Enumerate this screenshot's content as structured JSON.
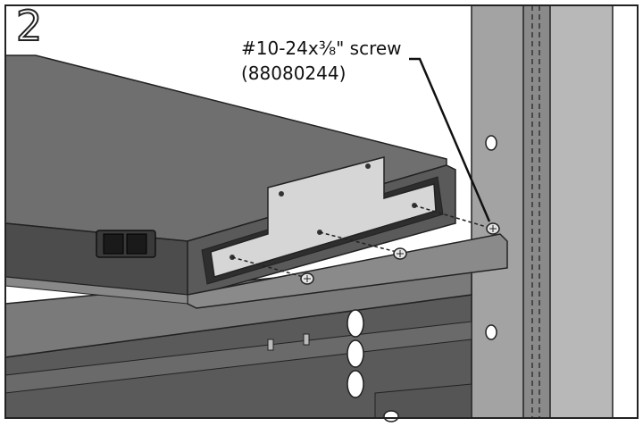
{
  "step": {
    "number": "2"
  },
  "callout": {
    "screw_spec": "#10-24x⅜\" screw",
    "part_number": "(88080244)"
  },
  "colors": {
    "frame": "#222222",
    "metal_dark": "#4a4a4a",
    "metal_mid": "#7d7d7d",
    "metal_light": "#bdbdbd",
    "bracket": "#d4d4d4",
    "rail": "#9a9a9a"
  }
}
